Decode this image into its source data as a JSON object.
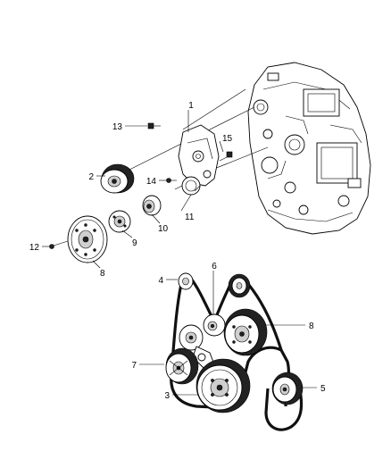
{
  "labels": {
    "l1": "1",
    "l2": "2",
    "l3": "3",
    "l4": "4",
    "l5": "5",
    "l6": "6",
    "l7": "7",
    "l8a": "8",
    "l8b": "8",
    "l9": "9",
    "l10": "10",
    "l11": "11",
    "l12": "12",
    "l13": "13",
    "l14": "14",
    "l15": "15"
  }
}
